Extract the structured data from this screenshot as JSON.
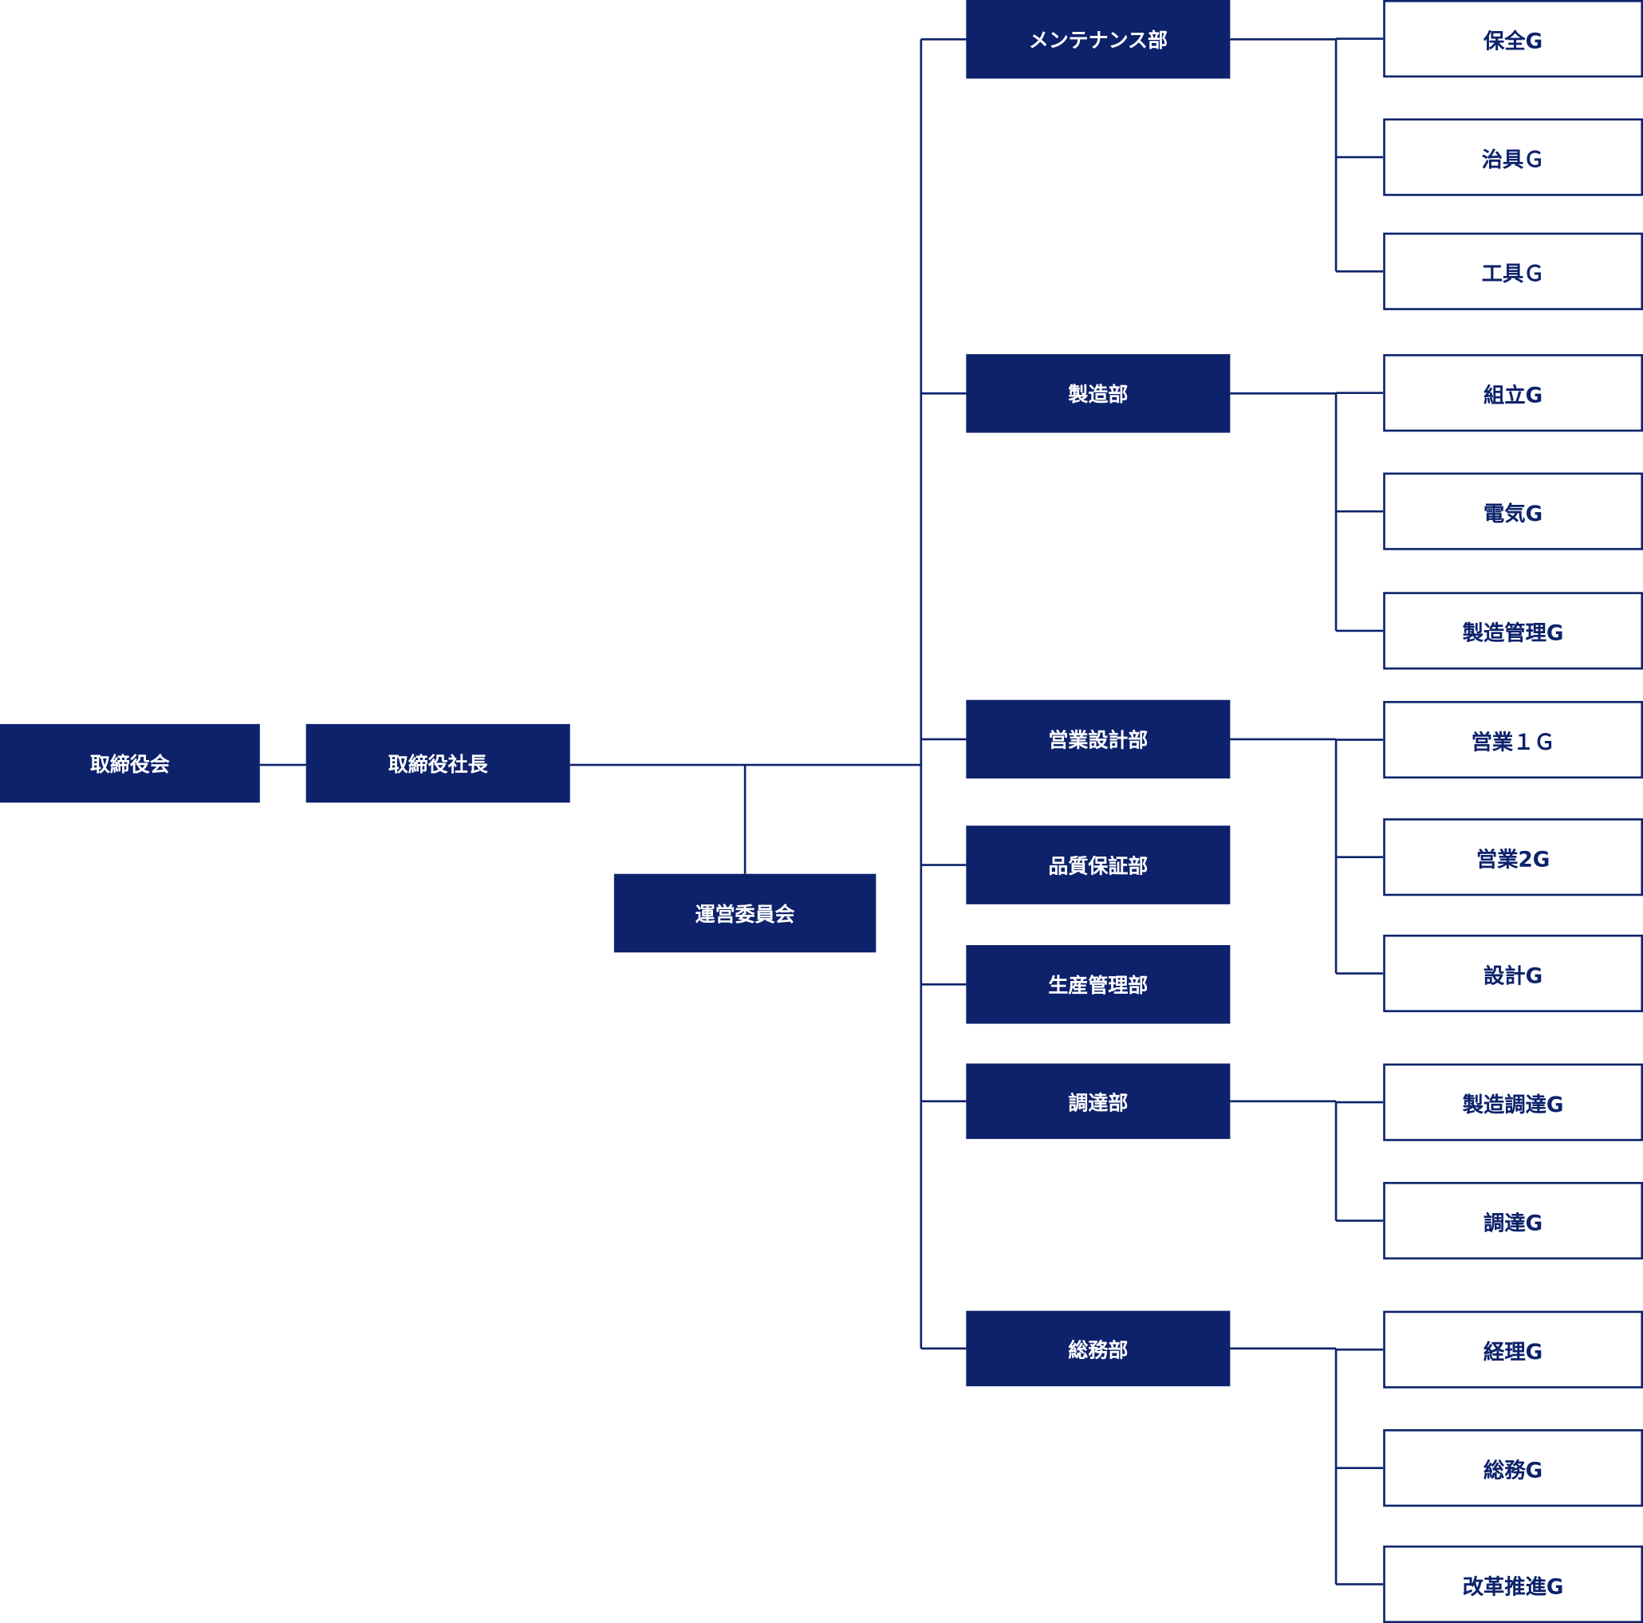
{
  "colors": {
    "primary": "#0d226b",
    "text_dark": "#0d226b",
    "line": "#0d226b"
  },
  "top": [
    {
      "id": "board",
      "label": "取締役会"
    },
    {
      "id": "president",
      "label": "取締役社長"
    },
    {
      "id": "committee",
      "label": "運営委員会"
    }
  ],
  "departments": [
    {
      "id": "maintenance",
      "label": "メンテナンス部",
      "groups": [
        "保全G",
        "治具Ｇ",
        "工具Ｇ"
      ]
    },
    {
      "id": "manufacturing",
      "label": "製造部",
      "groups": [
        "組立G",
        "電気G",
        "製造管理G"
      ]
    },
    {
      "id": "sales-design",
      "label": "営業設計部",
      "groups": [
        "営業１Ｇ",
        "営業2G",
        "設計G"
      ]
    },
    {
      "id": "quality",
      "label": "品質保証部",
      "groups": []
    },
    {
      "id": "production-control",
      "label": "生産管理部",
      "groups": []
    },
    {
      "id": "procurement",
      "label": "調達部",
      "groups": [
        "製造調達G",
        "調達G"
      ]
    },
    {
      "id": "general-affairs",
      "label": "総務部",
      "groups": [
        "経理G",
        "総務G",
        "改革推進G"
      ]
    }
  ]
}
